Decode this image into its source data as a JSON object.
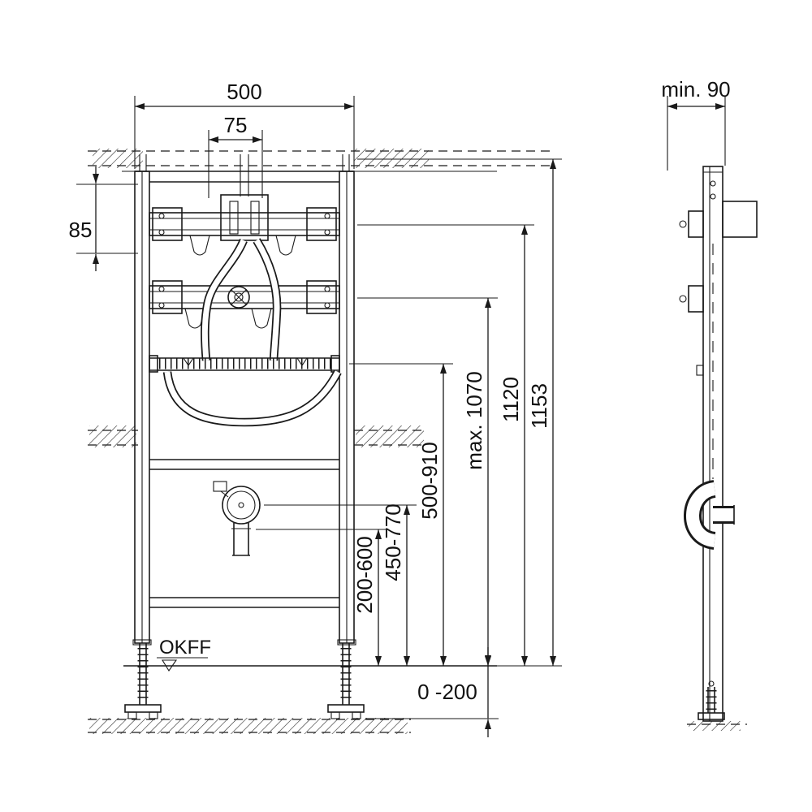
{
  "drawing": {
    "labels": {
      "width_outer": "500",
      "width_inner": "75",
      "depth_min": "min. 90",
      "height_left": "85",
      "height_total": "1153",
      "height_fixture": "1120",
      "height_max": "max. 1070",
      "range_rail": "500-910",
      "range_trap": "450-770",
      "range_outlet": "200-600",
      "floor_adjust": "0 -200",
      "floor_ref": "OKFF"
    },
    "colors": {
      "line": "#1a1a1a",
      "background": "#ffffff"
    }
  }
}
